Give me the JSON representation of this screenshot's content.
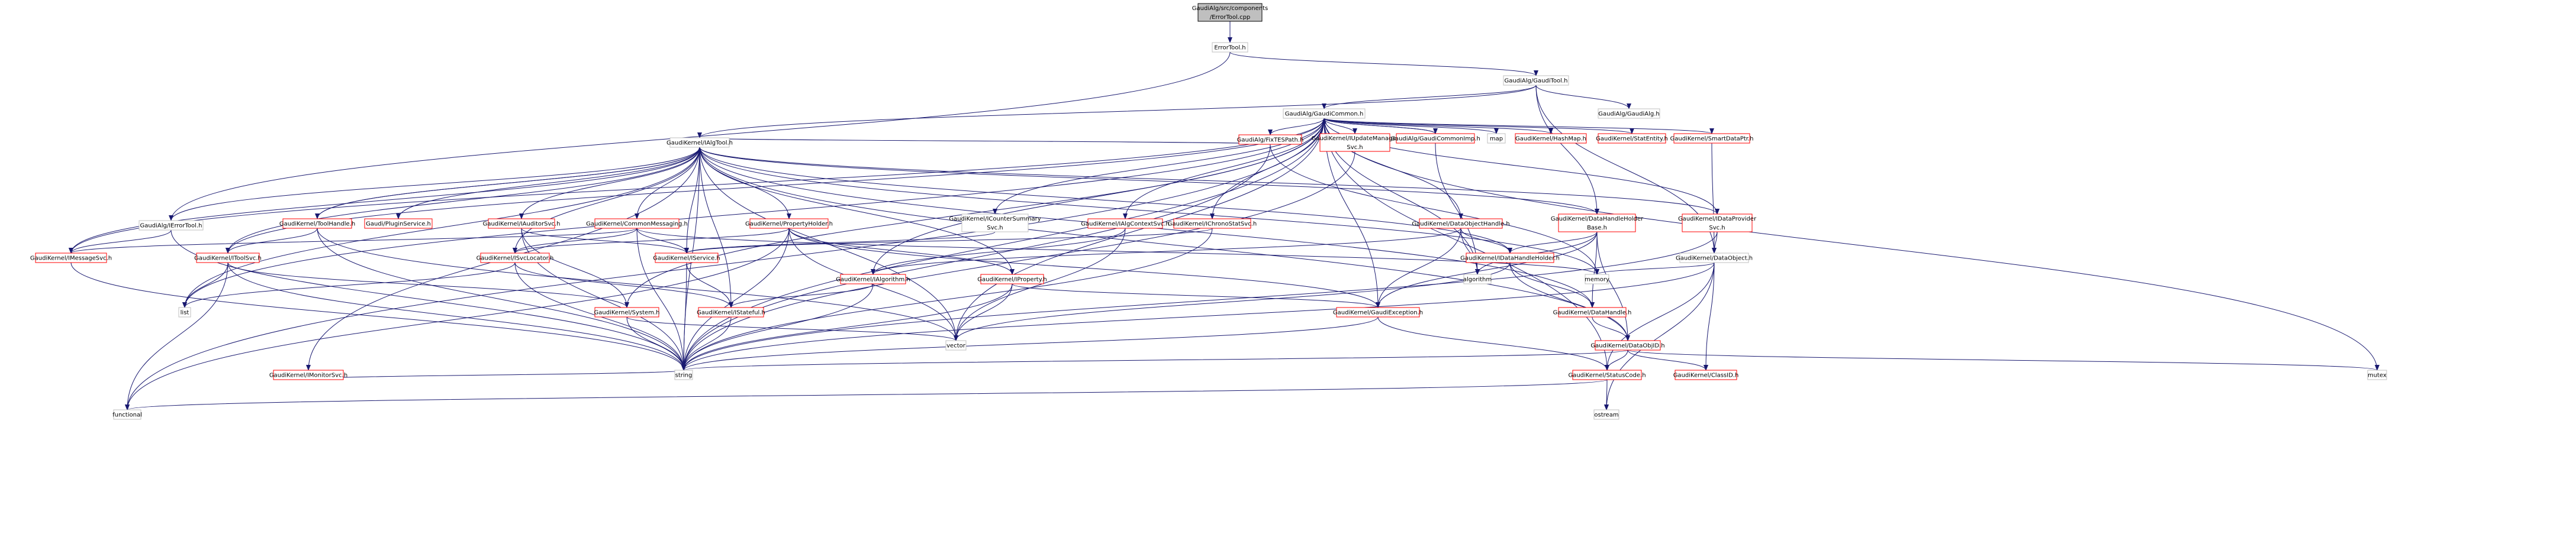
{
  "graph": {
    "nodes": {
      "errortool_cpp": [
        "GaudiAlg/src/components",
        "/ErrorTool.cpp"
      ],
      "errortool_h": [
        "ErrorTool.h"
      ],
      "gaudi_tool": [
        "GaudiAlg/GaudiTool.h"
      ],
      "igaudi_errortool": [
        "GaudiAlg/IErrorTool.h"
      ],
      "gaudi_common": [
        "GaudiAlg/GaudiCommon.h"
      ],
      "gaudi_alg": [
        "GaudiAlg/GaudiAlg.h"
      ],
      "ialgtool": [
        "GaudiKernel/IAlgTool.h"
      ],
      "fixtespath": [
        "GaudiAlg/FixTESPath.h"
      ],
      "counter_summary": [
        "GaudiKernel/ICounterSummary",
        "Svc.h"
      ],
      "iupdatemanager": [
        "GaudiKernel/IUpdateManager",
        "Svc.h"
      ],
      "gaudicommonimp": [
        "GaudiAlg/GaudiCommonImp.h"
      ],
      "map": [
        "map"
      ],
      "hashmap": [
        "GaudiKernel/HashMap.h"
      ],
      "statentity": [
        "GaudiKernel/StatEntity.h"
      ],
      "smartdataptr": [
        "GaudiKernel/SmartDataPtr.h"
      ],
      "idataprovider": [
        "GaudiKernel/IDataProvider",
        "Svc.h"
      ],
      "dataobject": [
        "GaudiKernel/DataObject.h"
      ],
      "datahandleholderbase": [
        "GaudiKernel/DataHandleHolder",
        "Base.h"
      ],
      "dataobjecthandle": [
        "GaudiKernel/DataObjectHandle.h"
      ],
      "ialgcontextsvc": [
        "GaudiKernel/IAlgContextSvc.h"
      ],
      "ichronostatsvc": [
        "GaudiKernel/IChronoStatSvc.h"
      ],
      "imessagesvc": [
        "GaudiKernel/IMessageSvc.h"
      ],
      "itoolsvc": [
        "GaudiKernel/IToolSvc.h"
      ],
      "toolhandle": [
        "GaudiKernel/ToolHandle.h"
      ],
      "ipluginservice": [
        "Gaudi/PluginService.h"
      ],
      "iauditorsvc": [
        "GaudiKernel/IAuditorSvc.h"
      ],
      "commonmessaging": [
        "GaudiKernel/CommonMessaging.h"
      ],
      "propertyholder": [
        "GaudiKernel/PropertyHolder.h"
      ],
      "imonitorsvc": [
        "GaudiKernel/IMonitorSvc.h"
      ],
      "ialgtool_h": [
        "GaudiKernel/IAlgTool.h"
      ],
      "isvclocator": [
        "GaudiKernel/ISvcLocator.h"
      ],
      "iservice": [
        "GaudiKernel/IService.h"
      ],
      "ialgorithm": [
        "GaudiKernel/IAlgorithm.h"
      ],
      "iproperty": [
        "GaudiKernel/IProperty.h"
      ],
      "idatahandleholder": [
        "GaudiKernel/IDataHandleHolder.h"
      ],
      "system": [
        "GaudiKernel/System.h"
      ],
      "istateful": [
        "GaudiKernel/IStateful.h"
      ],
      "gaudiexception": [
        "GaudiKernel/GaudiException.h"
      ],
      "datahandle": [
        "GaudiKernel/DataHandle.h"
      ],
      "algorithm": [
        "algorithm"
      ],
      "memory": [
        "memory"
      ],
      "mutex": [
        "mutex"
      ],
      "list": [
        "list"
      ],
      "vector": [
        "vector"
      ],
      "dataobjid": [
        "GaudiKernel/DataObjID.h"
      ],
      "string": [
        "string"
      ],
      "functional": [
        "functional"
      ],
      "statuscode": [
        "GaudiKernel/StatusCode.h"
      ],
      "classid": [
        "GaudiKernel/ClassID.h"
      ],
      "ostream": [
        "ostream"
      ]
    },
    "colors": {
      "root_fill": "#bfbfbf",
      "node_stroke": "#000000",
      "truncated_stroke": "#ff0000",
      "edge": "#191970"
    }
  }
}
